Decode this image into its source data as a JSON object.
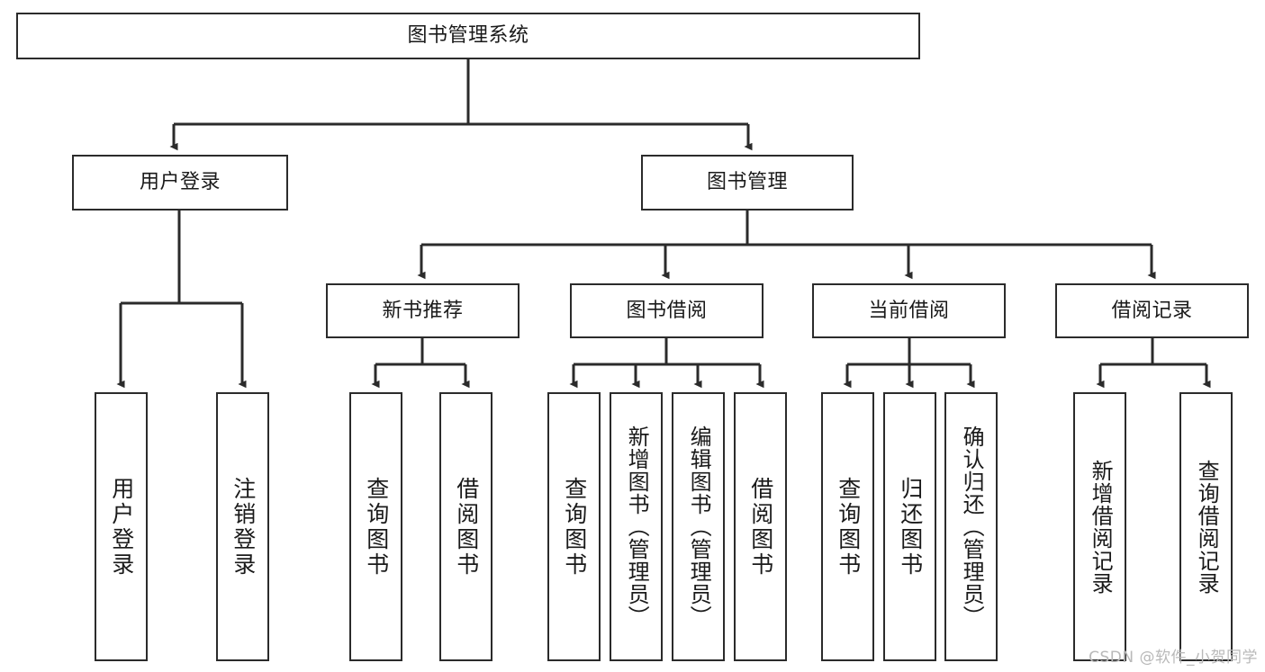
{
  "diagram": {
    "title": "图书管理系统",
    "stroke_color": "#2b2b2b",
    "fill_color": "#ffffff",
    "text_color": "#1a1a1a",
    "root": {
      "label": "图书管理系统"
    },
    "level2": [
      {
        "label": "用户登录"
      },
      {
        "label": "图书管理"
      }
    ],
    "level3": [
      {
        "label": "新书推荐"
      },
      {
        "label": "图书借阅"
      },
      {
        "label": "当前借阅"
      },
      {
        "label": "借阅记录"
      }
    ],
    "leaves": {
      "user_login": [
        {
          "label": "用户登录"
        },
        {
          "label": "注销登录"
        }
      ],
      "new_book": [
        {
          "label": "查询图书"
        },
        {
          "label": "借阅图书"
        }
      ],
      "book_borrow": [
        {
          "label": "查询图书"
        },
        {
          "label": "新增图书（管理员）"
        },
        {
          "label": "编辑图书（管理员）"
        },
        {
          "label": "借阅图书"
        }
      ],
      "current_borrow": [
        {
          "label": "查询图书"
        },
        {
          "label": "归还图书"
        },
        {
          "label": "确认归还（管理员）"
        }
      ],
      "borrow_record": [
        {
          "label": "新增借阅记录"
        },
        {
          "label": "查询借阅记录"
        }
      ]
    }
  },
  "watermark": {
    "text": "CSDN @软件_小贺同学"
  }
}
